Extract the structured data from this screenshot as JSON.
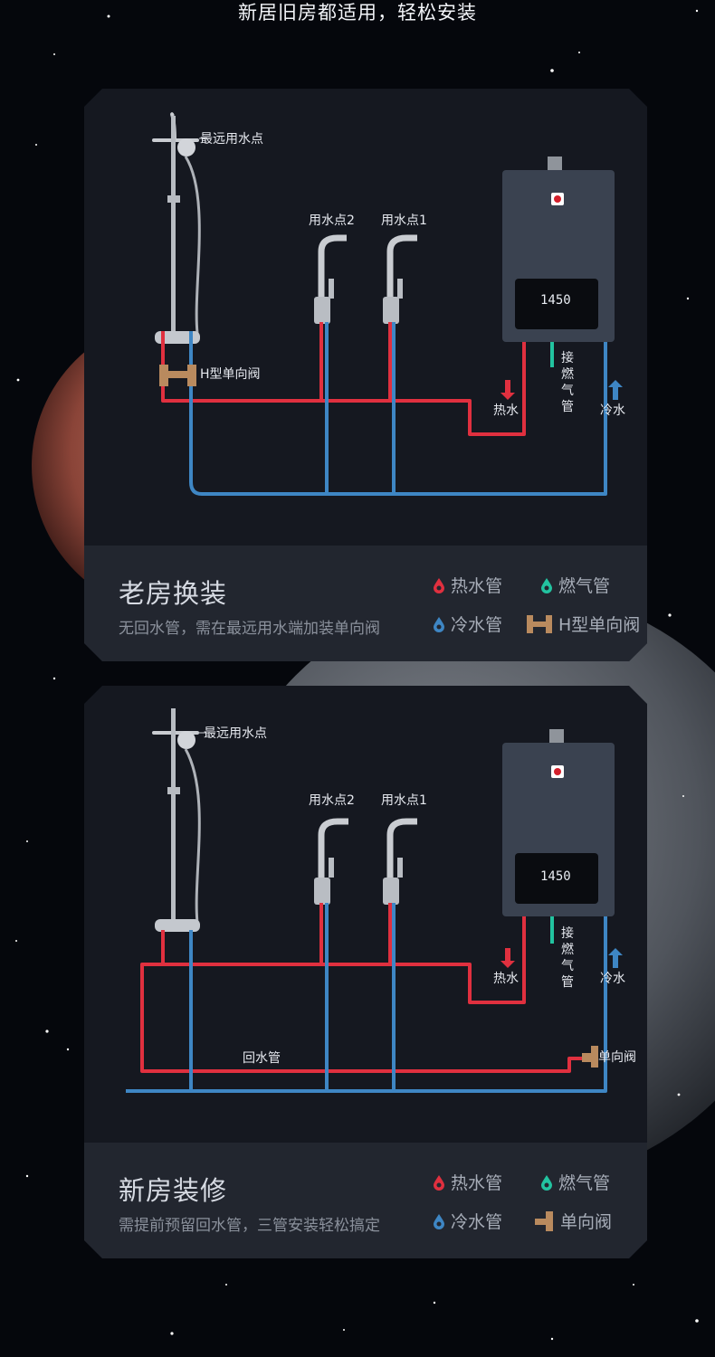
{
  "headline": "新居旧房都适用，轻松安装",
  "colors": {
    "hot": "#e0303f",
    "cold": "#3e86c4",
    "gas": "#22c3a0",
    "valve": "#b98a5e",
    "panel": "#151820",
    "footer": "#22262f"
  },
  "heater": {
    "display": "1450"
  },
  "panel1": {
    "labels": {
      "far_point": "最远用水点",
      "point2": "用水点2",
      "point1": "用水点1",
      "h_valve": "H型单向阀",
      "hot_water": "热水",
      "gas_connect": [
        "接",
        "燃",
        "气",
        "管"
      ],
      "cold_water": "冷水"
    },
    "footer": {
      "title": "老房换装",
      "desc": "无回水管，需在最远用水端加装单向阀",
      "legend": {
        "hot_pipe": "热水管",
        "gas_pipe": "燃气管",
        "cold_pipe": "冷水管",
        "h_valve": "H型单向阀"
      }
    }
  },
  "panel2": {
    "labels": {
      "far_point": "最远用水点",
      "point2": "用水点2",
      "point1": "用水点1",
      "return_pipe": "回水管",
      "check_valve": "单向阀",
      "hot_water": "热水",
      "gas_connect": [
        "接",
        "燃",
        "气",
        "管"
      ],
      "cold_water": "冷水"
    },
    "footer": {
      "title": "新房装修",
      "desc": "需提前预留回水管，三管安装轻松搞定",
      "legend": {
        "hot_pipe": "热水管",
        "gas_pipe": "燃气管",
        "cold_pipe": "冷水管",
        "check_valve": "单向阀"
      }
    }
  }
}
